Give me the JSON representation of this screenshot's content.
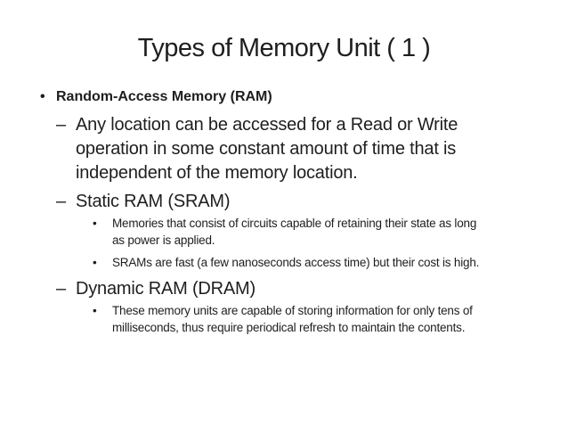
{
  "slide": {
    "title": "Types of Memory Unit ( 1 )",
    "colors": {
      "background": "#ffffff",
      "text": "#1e1e1e"
    },
    "bullets": [
      {
        "level": 1,
        "marker": "•",
        "bold": true,
        "lines": [
          "Random-Access Memory (RAM)"
        ]
      },
      {
        "level": 2,
        "marker": "–",
        "bold": false,
        "lines": [
          "Any location can be accessed for a Read or Write",
          "operation in some constant amount of time that is",
          "independent of the memory location."
        ]
      },
      {
        "level": 2,
        "marker": "–",
        "bold": false,
        "lines": [
          "Static RAM (SRAM)"
        ]
      },
      {
        "level": 3,
        "marker": "•",
        "bold": false,
        "lines": [
          "Memories that consist of circuits capable of retaining their state as long",
          "as power is applied."
        ]
      },
      {
        "level": 3,
        "marker": "•",
        "bold": false,
        "lines": [
          "SRAMs are fast (a few nanoseconds access time) but their cost is high."
        ]
      },
      {
        "level": 2,
        "marker": "–",
        "bold": false,
        "lines": [
          "Dynamic RAM (DRAM)"
        ]
      },
      {
        "level": 3,
        "marker": "•",
        "bold": false,
        "lines": [
          "These memory units are capable of storing information for only tens of",
          "milliseconds, thus require periodical refresh to maintain the contents."
        ]
      }
    ]
  }
}
